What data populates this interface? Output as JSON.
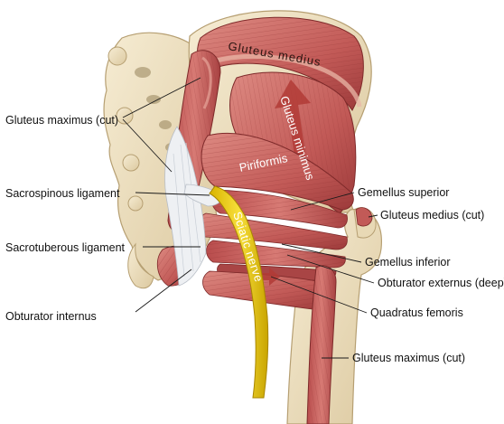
{
  "labels": {
    "gluteus_medius": "Gluteus medius",
    "gluteus_minimus": "Gluteus minimus",
    "piriformis": "Piriformis",
    "sciatic_nerve": "Sciatic nerve",
    "gluteus_maximus_cut_upper": "Gluteus maximus (cut)",
    "sacrospinous_ligament": "Sacrospinous ligament",
    "sacrotuberous_ligament": "Sacrotuberous ligament",
    "obturator_internus": "Obturator internus",
    "gemellus_superior": "Gemellus superior",
    "gluteus_medius_cut": "Gluteus medius (cut)",
    "gemellus_inferior": "Gemellus inferior",
    "obturator_externus_deep": "Obturator externus (deep)",
    "quadratus_femoris": "Quadratus femoris",
    "gluteus_maximus_cut_lower": "Gluteus maximus (cut)"
  },
  "colors": {
    "bone": "#efe3c6",
    "bone_shadow": "#d9c9a3",
    "muscle": "#c8625f",
    "muscle_dark": "#9e3b3b",
    "muscle_light": "#e29a92",
    "nerve": "#f2d21b",
    "ligament": "#e9ecef",
    "leader": "#1a1a1a"
  }
}
